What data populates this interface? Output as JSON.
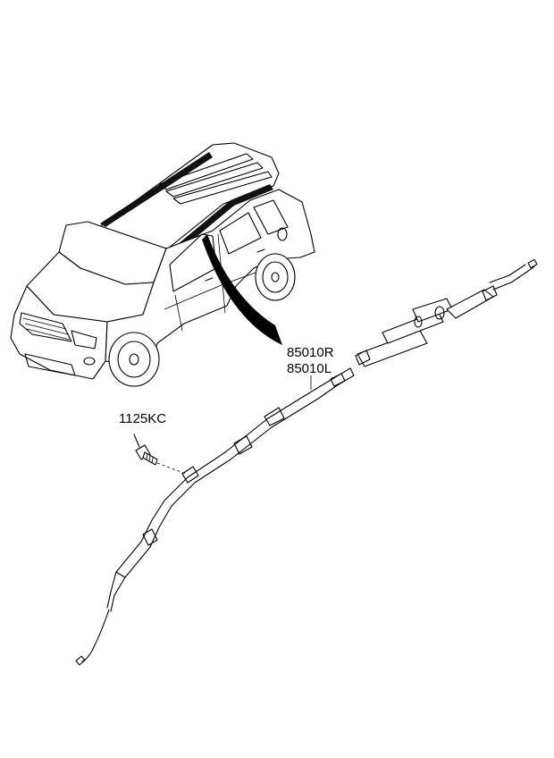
{
  "labels": {
    "part_main_r": "85010R",
    "part_main_l": "85010L",
    "part_bolt": "1125KC"
  },
  "colors": {
    "line": "#000000",
    "background": "#ffffff"
  },
  "icons": {
    "vehicle": "suv-illustration",
    "airbag": "curtain-airbag-module",
    "bolt": "bolt-icon"
  }
}
